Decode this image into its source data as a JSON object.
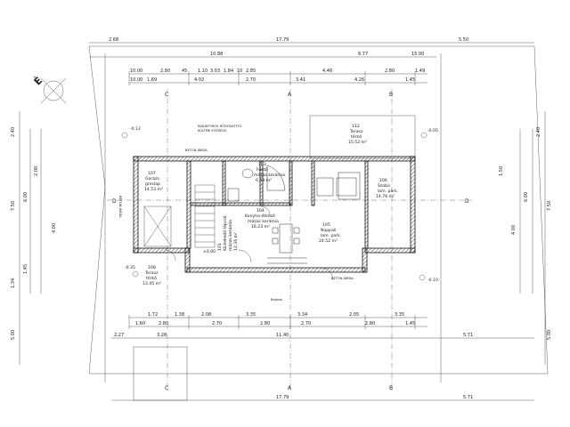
{
  "north_label": "É",
  "dimensions": {
    "top_row1": [
      "2.68",
      "17.79",
      "5.50"
    ],
    "top_row2": [
      "10.88",
      "6.77",
      "15.00"
    ],
    "top_row3": [
      "10.00",
      "2.80",
      "45",
      "1.10",
      "3.03",
      "1.84",
      "10",
      "2.85",
      "4.46",
      "2.80",
      "1.49"
    ],
    "top_row4": [
      "10.00",
      "1.69",
      "4.02",
      "2.70",
      "3.41",
      "4.26",
      "1.45"
    ],
    "bottom_row1": [
      "1.72",
      "1.38",
      "2.08",
      "3.35",
      "3.34",
      "2.05",
      "3.35"
    ],
    "bottom_row2": [
      "1.60",
      "2.80",
      "2.70",
      "2.80",
      "2.70",
      "2.80",
      "1.45"
    ],
    "bottom_row3": [
      "2.27",
      "3.28",
      "11.40",
      "5.71"
    ],
    "bottom_row4": [
      "17.79",
      "5.71"
    ],
    "left_col": [
      "2.40",
      "7.50",
      "5.00",
      "6.00",
      "2.00",
      "4.00",
      "1.45",
      "1.34"
    ],
    "right_col": [
      "2.40",
      "7.50",
      "6.00",
      "4.00",
      "1.50",
      "5.00"
    ]
  },
  "axes": {
    "vertical": [
      "C",
      "A",
      "B"
    ],
    "horizontal": [
      "D"
    ]
  },
  "rooms": [
    {
      "id": "112",
      "name": "Terasz",
      "floor": "térkő",
      "area": "15.52 m²"
    },
    {
      "id": "107",
      "name": "Garázs",
      "floor": "greslap",
      "area": "14.53 m²"
    },
    {
      "id": "103",
      "name": "Fürdő",
      "floor": "mázas kerámia",
      "area": "6.49 m²"
    },
    {
      "id": "106",
      "name": "Szoba",
      "floor": "lam. park.",
      "area": "14.76 m²"
    },
    {
      "id": "104",
      "name": "Konyha-étkező",
      "floor": "mázas kerámia",
      "area": "16.23 m²"
    },
    {
      "id": "105",
      "name": "Nappali",
      "floor": "lam. park.",
      "area": "24.52 m²"
    },
    {
      "id": "101",
      "name": "Közlekedő-lépcső",
      "floor": "mázas kerámia",
      "area": "12.36 m²"
    },
    {
      "id": "108",
      "name": "Terasz",
      "floor": "térkő",
      "area": "13.45 m²"
    }
  ],
  "levels": [
    "-0.12",
    "-0.05",
    "±0.00",
    "-0.35",
    "-0.10"
  ],
  "notes": {
    "top_note_1": "RADIÁTOROS HŐSZIVATTYÚ",
    "top_note_2": "KÜLTÉRI EGYSÉGE",
    "walkway_top": "BETON JÁRDA",
    "walkway_bottom": "BETON JÁRDA",
    "walkway_left": "BETON JÁRDA",
    "stair_label": "Bejárat"
  }
}
